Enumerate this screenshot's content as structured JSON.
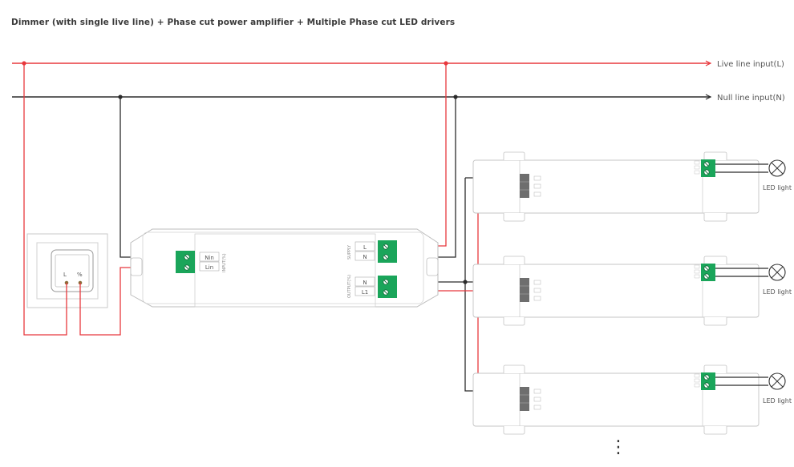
{
  "title": "Dimmer (with single live line) + Phase cut power amplifier + Multiple Phase cut LED drivers",
  "lines": {
    "live": "Live line input(L)",
    "null": "Null line input(N)"
  },
  "dimmer": {
    "l_label": "L",
    "pct_label": "%"
  },
  "amplifier": {
    "input_terminals": [
      "Nin",
      "Lin"
    ],
    "input_group": "INPUT(%)",
    "supply_terminals": [
      "L",
      "N"
    ],
    "supply_group": "SUPPLY",
    "output_terminals": [
      "N",
      "L1"
    ],
    "output_group": "OUTPUT(%)"
  },
  "drivers": [
    {
      "output_label": "LED light"
    },
    {
      "output_label": "LED light"
    },
    {
      "output_label": "LED light"
    }
  ],
  "more_indicator": "⋮",
  "colors": {
    "live": "#e8383d",
    "null": "#2b2b2b",
    "terminal": "#1aa55a",
    "outline": "#bdbdbd"
  }
}
